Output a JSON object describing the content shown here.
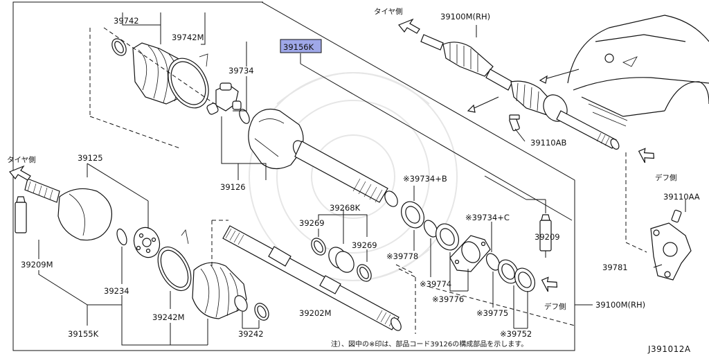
{
  "labels": {
    "p39742_top": "39742",
    "p39742M_top": "39742M",
    "p39734": "39734",
    "p39156K": "39156K",
    "p39100M_rh_top": "39100M(RH)",
    "tire_side_top": "タイヤ側",
    "tire_side_left": "タイヤ側",
    "p39125": "39125",
    "p39126": "39126",
    "p39209M": "39209M",
    "p39234": "39234",
    "p39155K": "39155K",
    "p39242M": "39242M",
    "p39242": "39242",
    "p39202M": "39202M",
    "p39268K": "39268K",
    "p39269_a": "39269",
    "p39269_b": "39269",
    "p39734B": "※39734+B",
    "p39778": "※39778",
    "p39774": "※39774",
    "p39734C": "※39734+C",
    "p39776": "※39776",
    "p39775": "※39775",
    "p39752": "※39752",
    "p39209": "39209",
    "diff_side_mid": "デフ側",
    "p39100M_rh_bottom": "39100M(RH)",
    "p39110AB": "39110AB",
    "diff_side_right": "デフ側",
    "p39110AA": "39110AA",
    "p39781": "39781"
  },
  "note": "注）、図中の※印は、部品コード39126の構成部品を示します。",
  "figure_ref": "J391012A",
  "colors": {
    "highlight_fill": "#9fa8e8",
    "line": "#111111",
    "watermark": "#e6e6e6"
  }
}
